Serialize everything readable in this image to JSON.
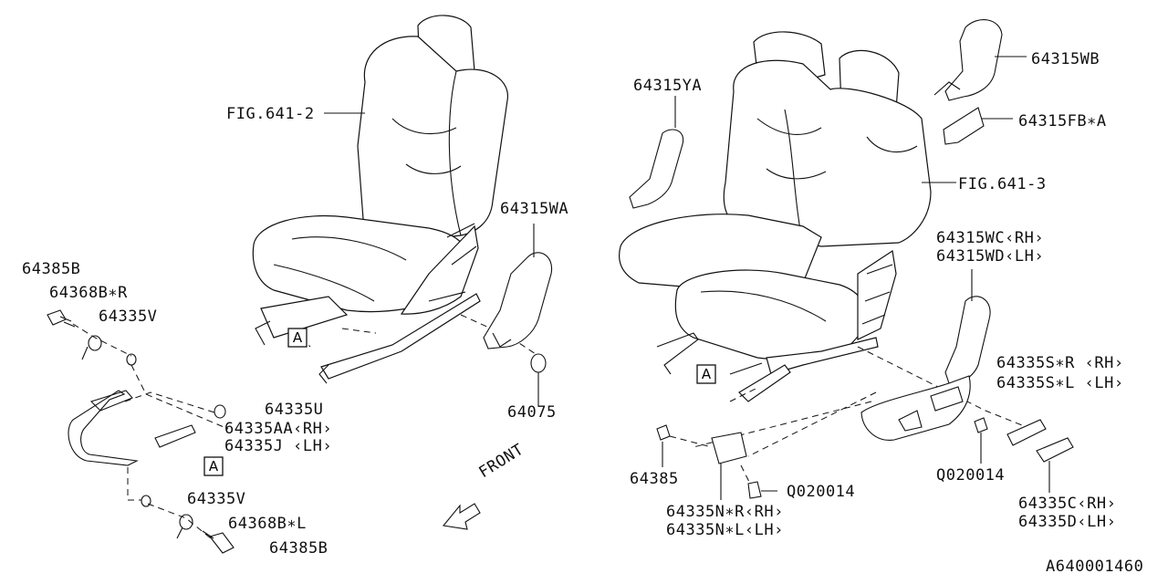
{
  "diagram_id": "A640001460",
  "front_arrow_label": "FRONT",
  "ref_marker": "A",
  "labels": {
    "fig_641_2": "FIG.641-2",
    "fig_641_3": "FIG.641-3",
    "p64315YA": "64315YA",
    "p64315WB": "64315WB",
    "p64315FB_A": "64315FB∗A",
    "p64315WA": "64315WA",
    "p64315WC": "64315WC‹RH›",
    "p64315WD": "64315WD‹LH›",
    "p64385B_top": "64385B",
    "p64368B_R": "64368B∗R",
    "p64335V_top": "64335V",
    "p64335U": "64335U",
    "p64335AA": "64335AA‹RH›",
    "p64335J": "64335J ‹LH›",
    "p64335V_bot": "64335V",
    "p64368B_L": "64368B∗L",
    "p64385B_bot": "64385B",
    "p64075": "64075",
    "p64385": "64385",
    "pQ020014_mid": "Q020014",
    "p64335N_R": "64335N∗R‹RH›",
    "p64335N_L": "64335N∗L‹LH›",
    "pQ020014_right": "Q020014",
    "p64335S_R": "64335S∗R ‹RH›",
    "p64335S_L": "64335S∗L ‹LH›",
    "p64335C": "64335C‹RH›",
    "p64335D": "64335D‹LH›"
  }
}
